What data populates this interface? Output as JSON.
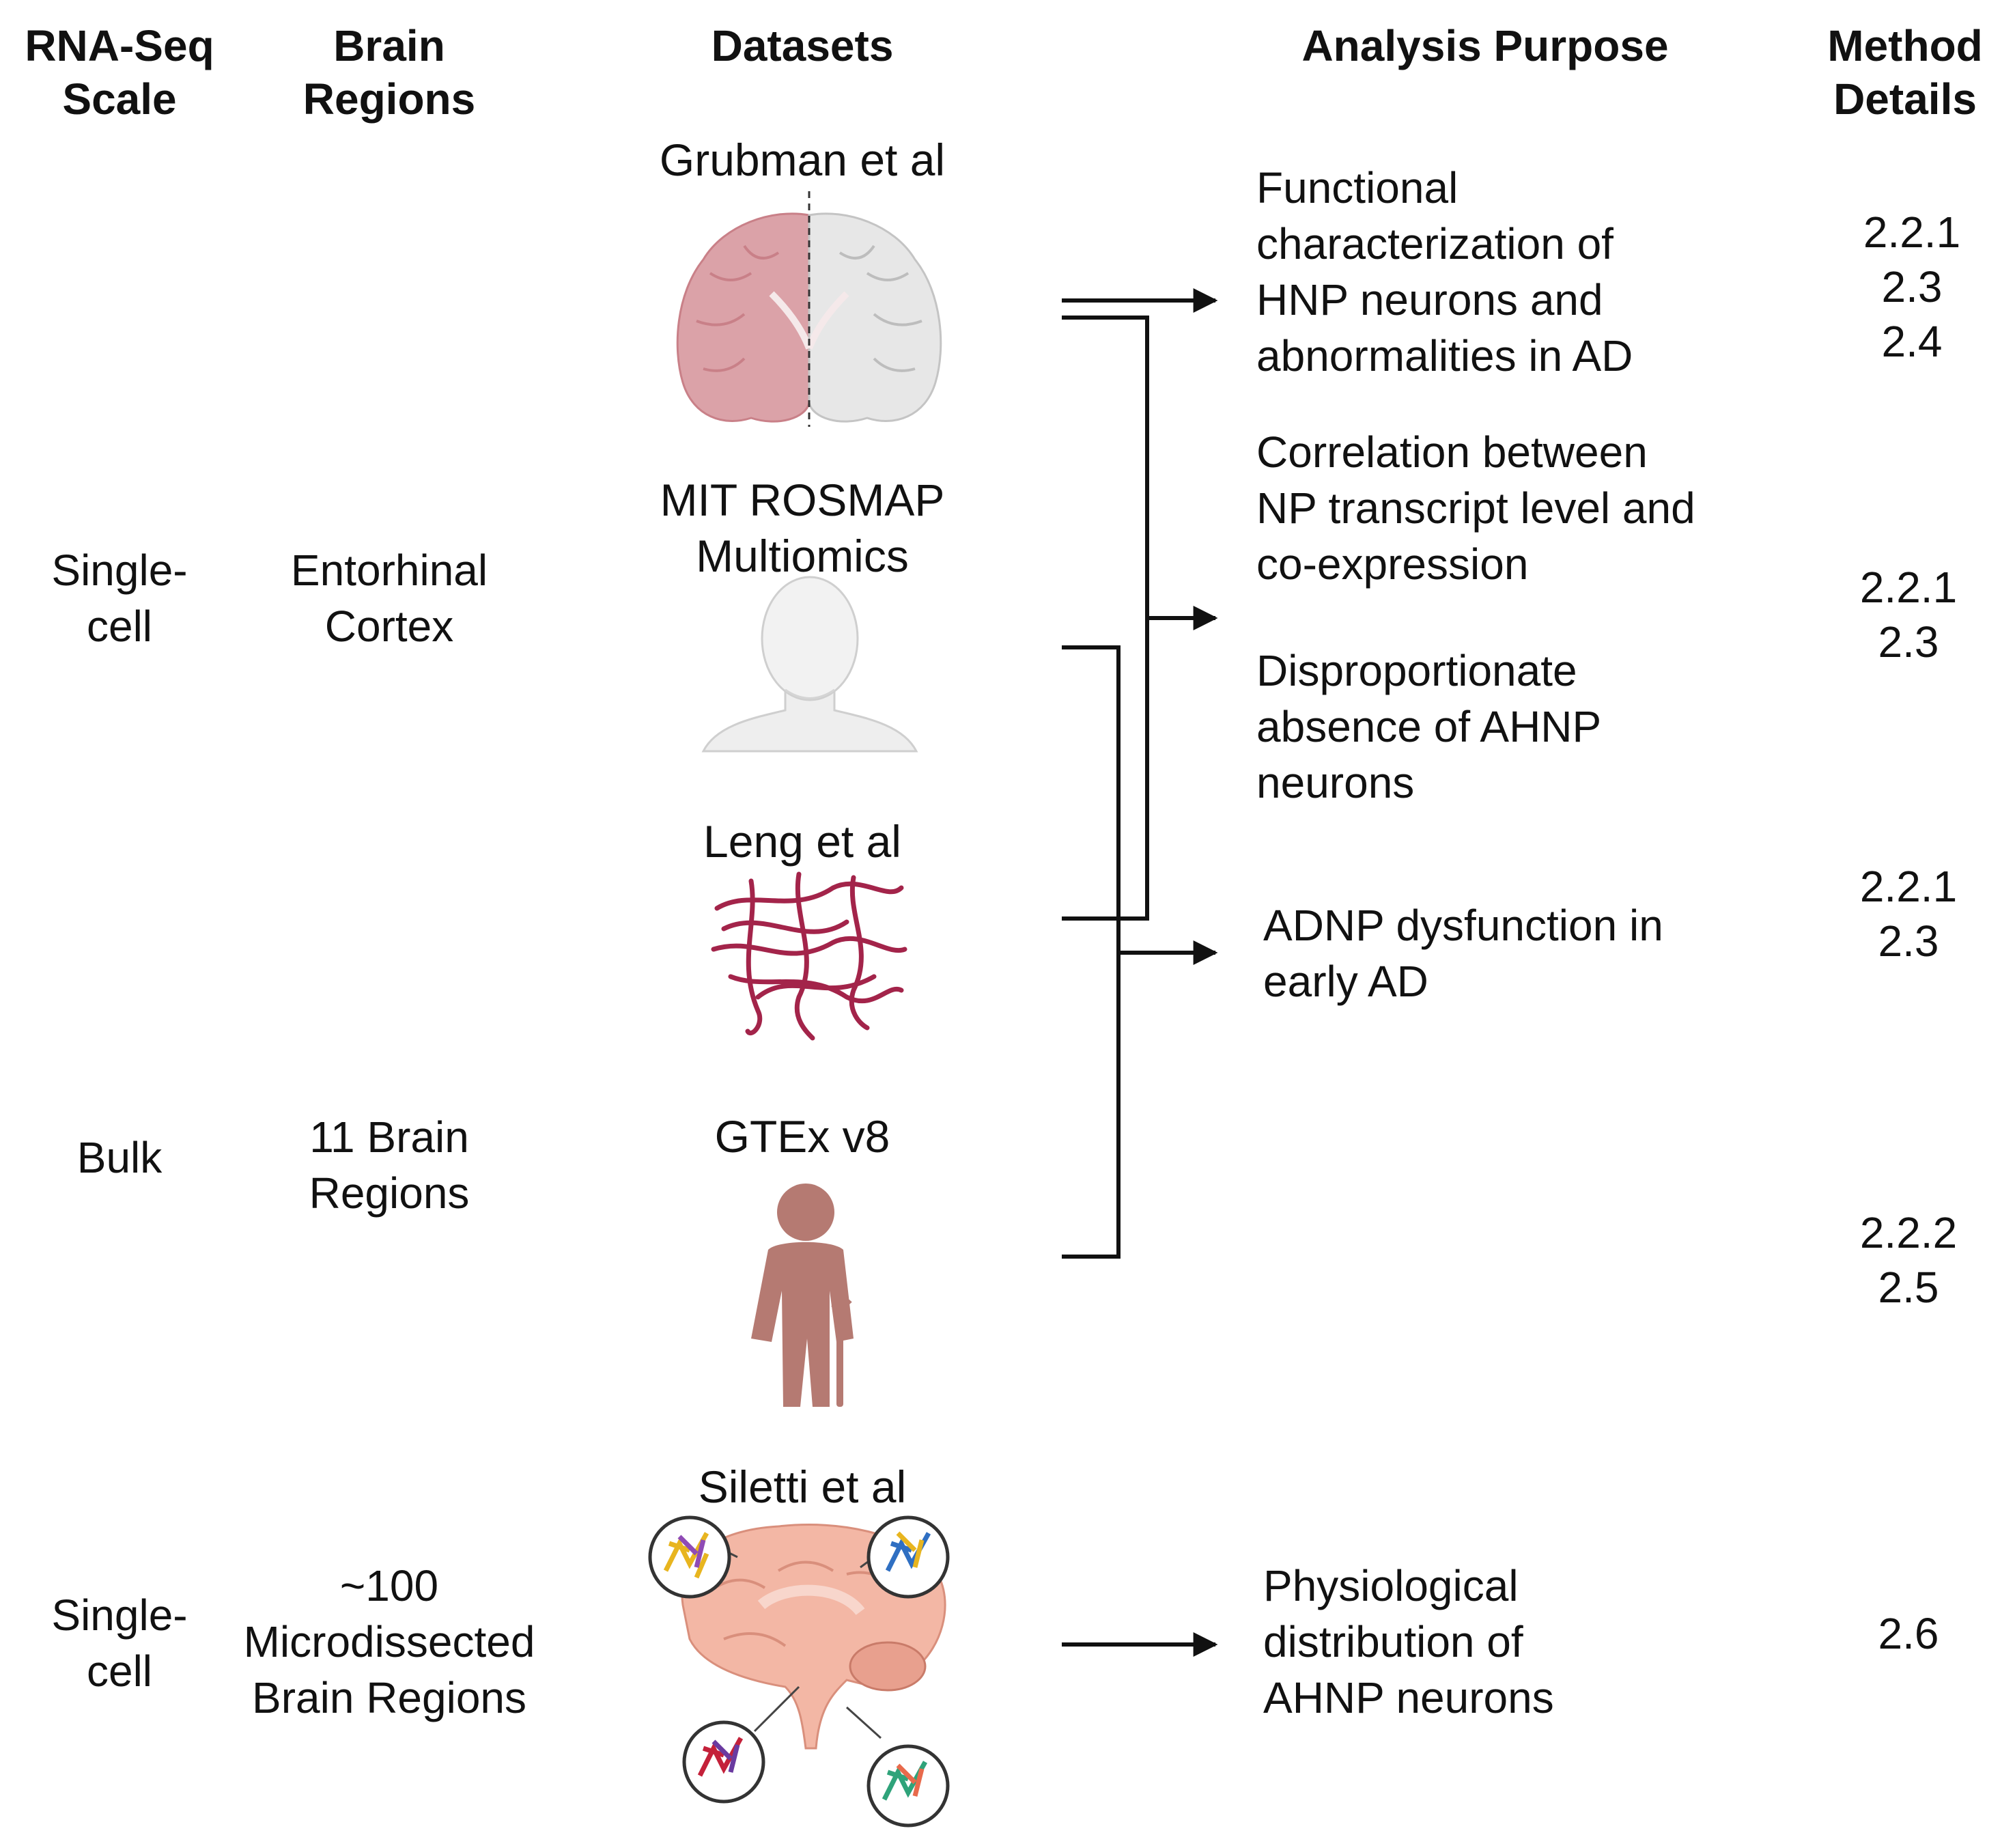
{
  "headers": {
    "scale": "RNA-Seq Scale",
    "regions": "Brain Regions",
    "datasets": "Datasets",
    "purpose": "Analysis Purpose",
    "method": "Method Details"
  },
  "scale": {
    "sc1": "Single-cell",
    "bulk": "Bulk",
    "sc2": "Single-cell"
  },
  "regions": {
    "r1": "Entorhinal Cortex",
    "r2": "11 Brain Regions",
    "r3": "~100 Microdissected Brain Regions"
  },
  "datasets": {
    "d1": "Grubman et al",
    "d2a": "MIT ROSMAP",
    "d2b": "Multiomics",
    "d3": "Leng et al",
    "d4": "GTEx v8",
    "d5": "Siletti et al"
  },
  "purposes": {
    "p1": "Functional characterization of HNP neurons and abnormalities in AD",
    "p2": "Correlation between NP transcript level and co-expression",
    "p3": "Disproportionate absence of AHNP neurons",
    "p4": "ADNP dysfunction in early AD",
    "p5": "Physiological distribution of AHNP neurons"
  },
  "methods": {
    "m1a": "2.2.1",
    "m1b": "2.3",
    "m1c": "2.4",
    "m2a": "2.2.1",
    "m2b": "2.3",
    "m3a": "2.2.1",
    "m3b": "2.3",
    "m4a": "2.2.2",
    "m4b": "2.5",
    "m5": "2.6"
  },
  "icons": [
    "coronal-brain-icon",
    "human-head-icon",
    "neuron-network-icon",
    "elderly-person-icon",
    "brain-regions-icon"
  ],
  "colors": {
    "brain_pink": "#dba2a8",
    "brain_grey": "#e7e7e7",
    "network": "#a3244a",
    "person": "#b57a72",
    "arrow": "#111111"
  }
}
